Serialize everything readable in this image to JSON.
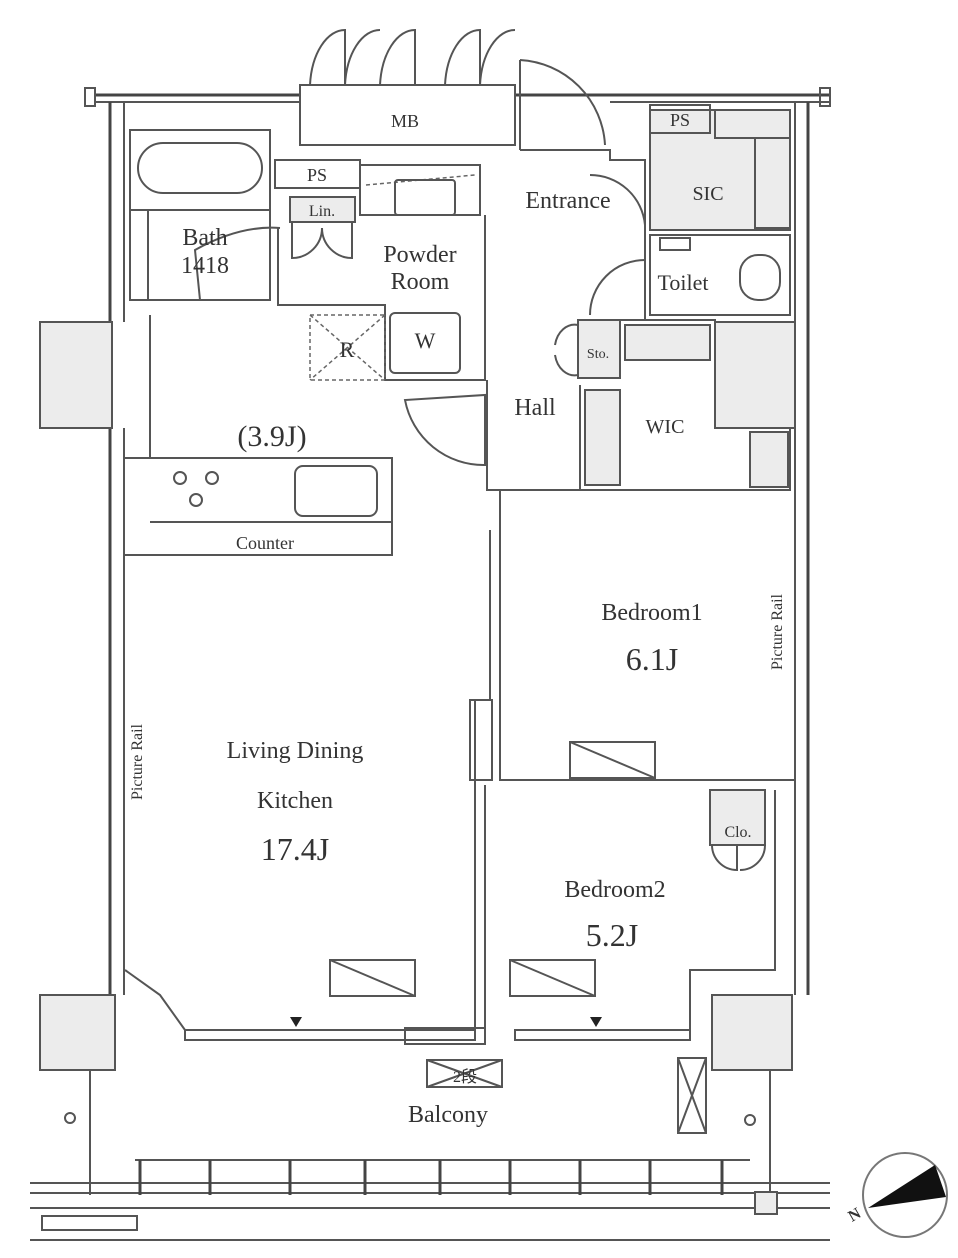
{
  "rooms": {
    "mb": "MB",
    "ps1": "PS",
    "ps2": "PS",
    "lin": "Lin.",
    "bath": "Bath",
    "bath_size": "1418",
    "powder_room_1": "Powder",
    "powder_room_2": "Room",
    "r": "R",
    "w": "W",
    "entrance": "Entrance",
    "sic": "SIC",
    "toilet": "Toilet",
    "sto": "Sto.",
    "hall": "Hall",
    "wic": "WIC",
    "kitchen_size": "(3.9J)",
    "counter": "Counter",
    "bedroom1": "Bedroom1",
    "bedroom1_size": "6.1J",
    "picture_rail_right": "Picture Rail",
    "picture_rail_left": "Picture Rail",
    "ldk_1": "Living Dining",
    "ldk_2": "Kitchen",
    "ldk_size": "17.4J",
    "bedroom2": "Bedroom2",
    "bedroom2_size": "5.2J",
    "clo": "Clo.",
    "step": "2段",
    "balcony": "Balcony"
  },
  "compass": {
    "label": "N"
  }
}
